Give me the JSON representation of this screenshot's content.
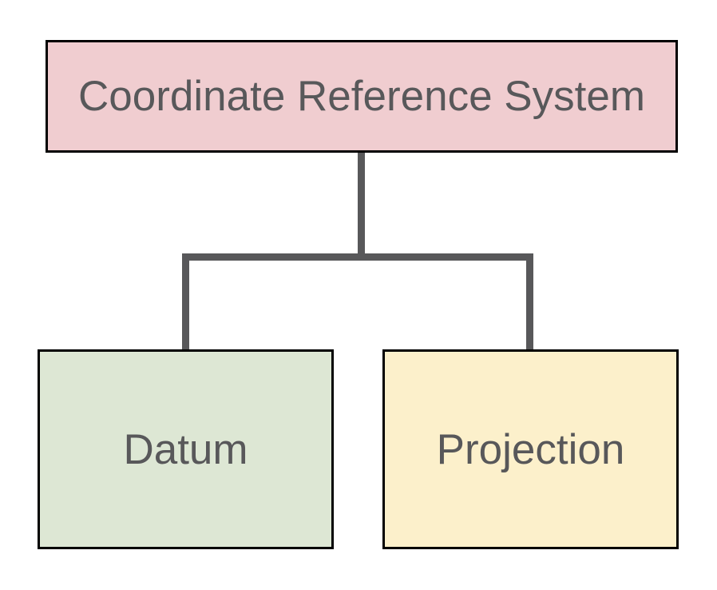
{
  "diagram": {
    "background_color": "#ffffff",
    "text_color": "#58585a",
    "border_color": "#000000",
    "connector_color": "#58585a",
    "nodes": [
      {
        "id": "crs",
        "label": "Coordinate Reference System",
        "fill": "#f0cdd0"
      },
      {
        "id": "datum",
        "label": "Datum",
        "fill": "#dde7d4"
      },
      {
        "id": "projection",
        "label": "Projection",
        "fill": "#fcf0cb"
      }
    ],
    "edges": [
      {
        "from": "crs",
        "to": "datum"
      },
      {
        "from": "crs",
        "to": "projection"
      }
    ]
  }
}
